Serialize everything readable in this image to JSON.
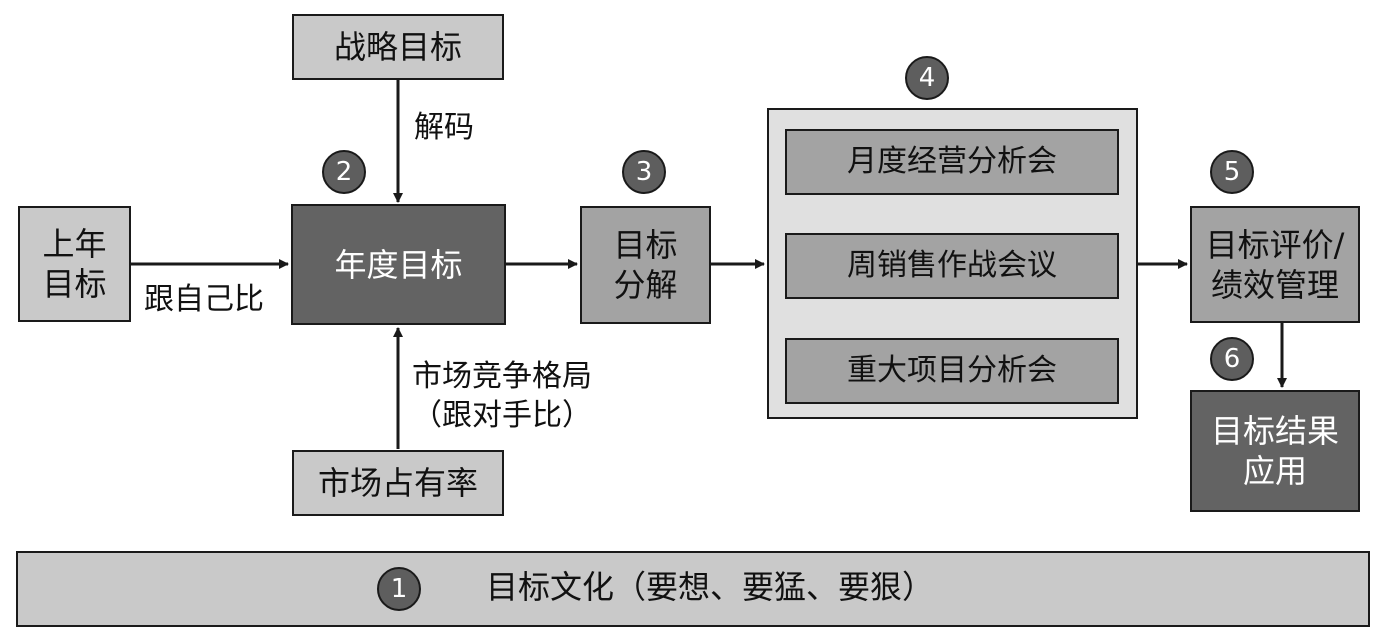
{
  "nodes": {
    "strategic_goal": "战略目标",
    "last_year_goal": "上年\n目标",
    "annual_goal": "年度目标",
    "market_share": "市场占有率",
    "goal_decomposition": "目标\n分解",
    "monthly_meeting": "月度经营分析会",
    "weekly_meeting": "周销售作战会议",
    "major_project_meeting": "重大项目分析会",
    "evaluation": "目标评价/\n绩效管理",
    "result_application": "目标结果\n应用",
    "culture": "目标文化（要想、要猛、要狠）"
  },
  "edge_labels": {
    "decode": "解码",
    "compare_self": "跟自己比",
    "competition": "市场竞争格局\n（跟对手比）"
  },
  "badges": [
    "1",
    "2",
    "3",
    "4",
    "5",
    "6"
  ],
  "colors": {
    "light": "#c9c9c9",
    "mid": "#a3a3a3",
    "dark": "#636363",
    "pale": "#e0e0e0",
    "stroke": "#1a1a1a"
  }
}
